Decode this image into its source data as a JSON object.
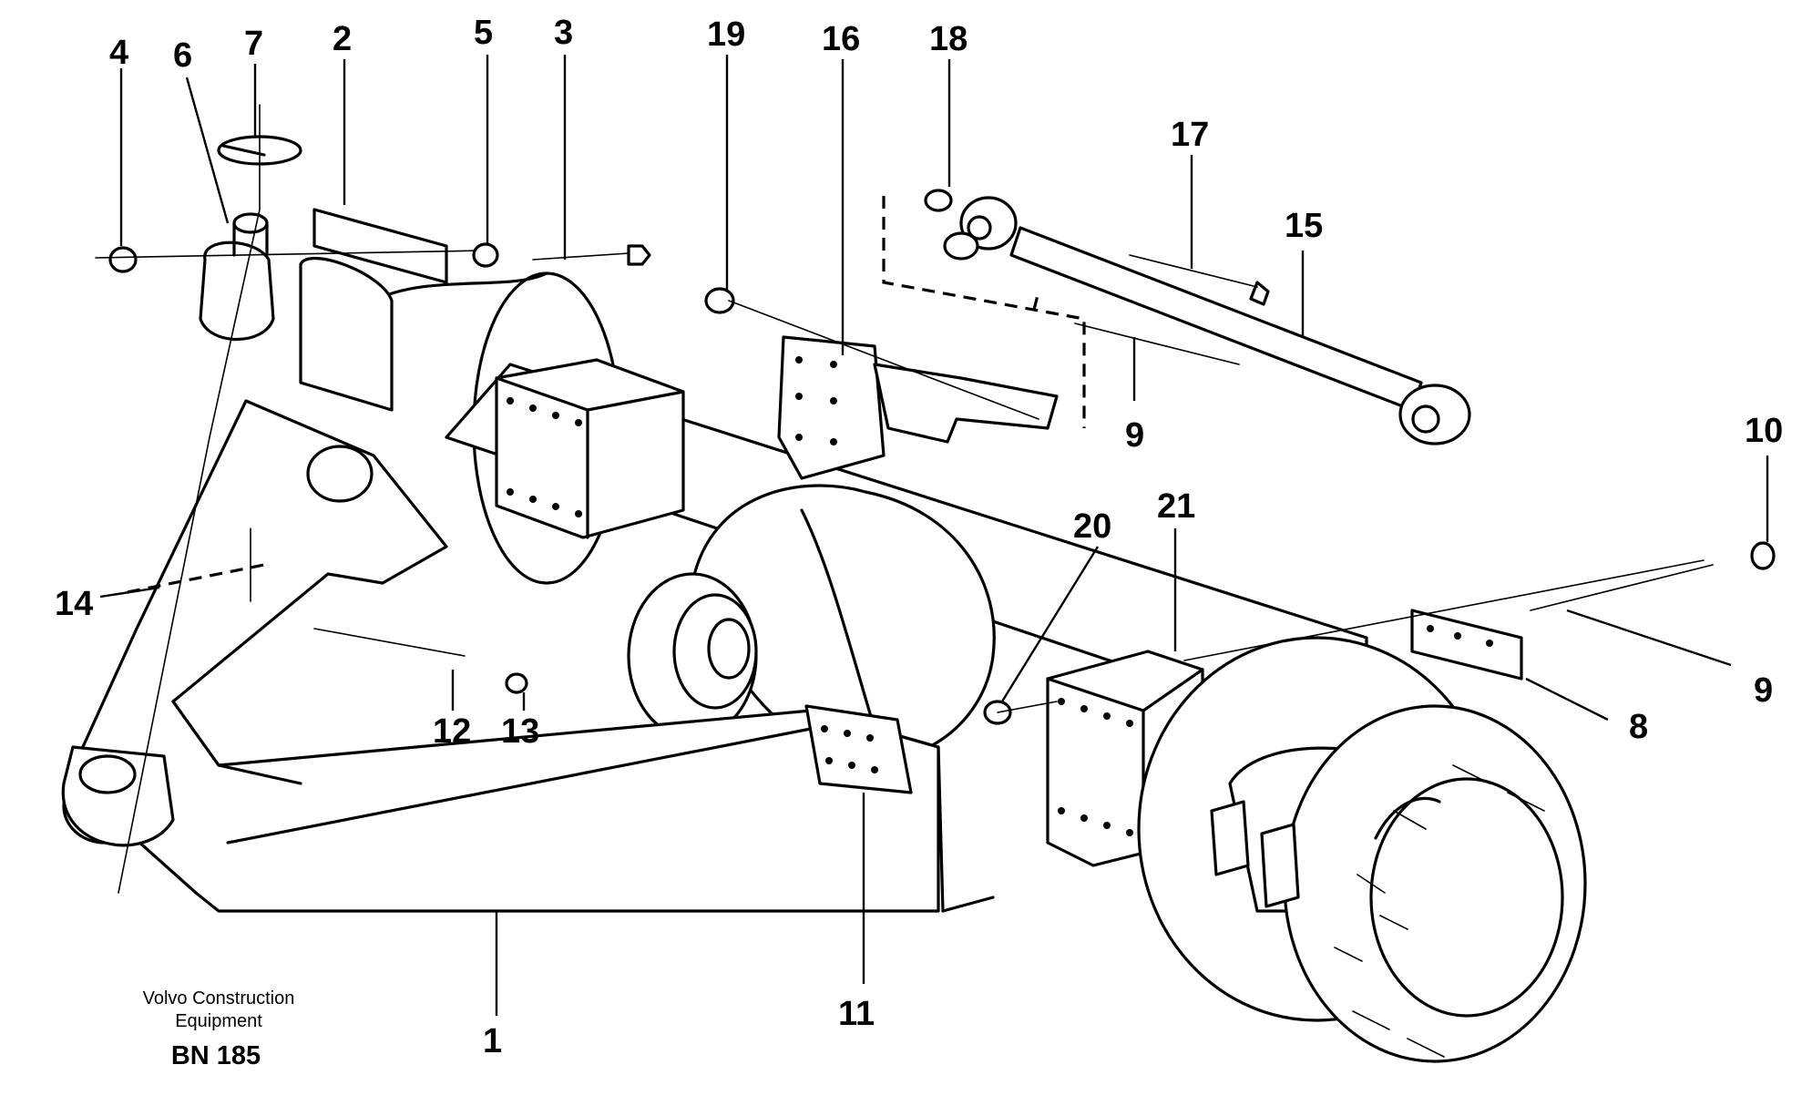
{
  "callouts": [
    {
      "id": "c1",
      "label": "1"
    },
    {
      "id": "c2",
      "label": "2"
    },
    {
      "id": "c3",
      "label": "3"
    },
    {
      "id": "c4",
      "label": "4"
    },
    {
      "id": "c5",
      "label": "5"
    },
    {
      "id": "c6",
      "label": "6"
    },
    {
      "id": "c7",
      "label": "7"
    },
    {
      "id": "c8",
      "label": "8"
    },
    {
      "id": "c9a",
      "label": "9"
    },
    {
      "id": "c9b",
      "label": "9"
    },
    {
      "id": "c10",
      "label": "10"
    },
    {
      "id": "c11",
      "label": "11"
    },
    {
      "id": "c12",
      "label": "12"
    },
    {
      "id": "c13",
      "label": "13"
    },
    {
      "id": "c14",
      "label": "14"
    },
    {
      "id": "c15",
      "label": "15"
    },
    {
      "id": "c16",
      "label": "16"
    },
    {
      "id": "c17",
      "label": "17"
    },
    {
      "id": "c18",
      "label": "18"
    },
    {
      "id": "c19",
      "label": "19"
    },
    {
      "id": "c20",
      "label": "20"
    },
    {
      "id": "c21",
      "label": "21"
    }
  ],
  "caption": {
    "line1": "Volvo Construction",
    "line2": "Equipment",
    "code": "BN 185"
  }
}
